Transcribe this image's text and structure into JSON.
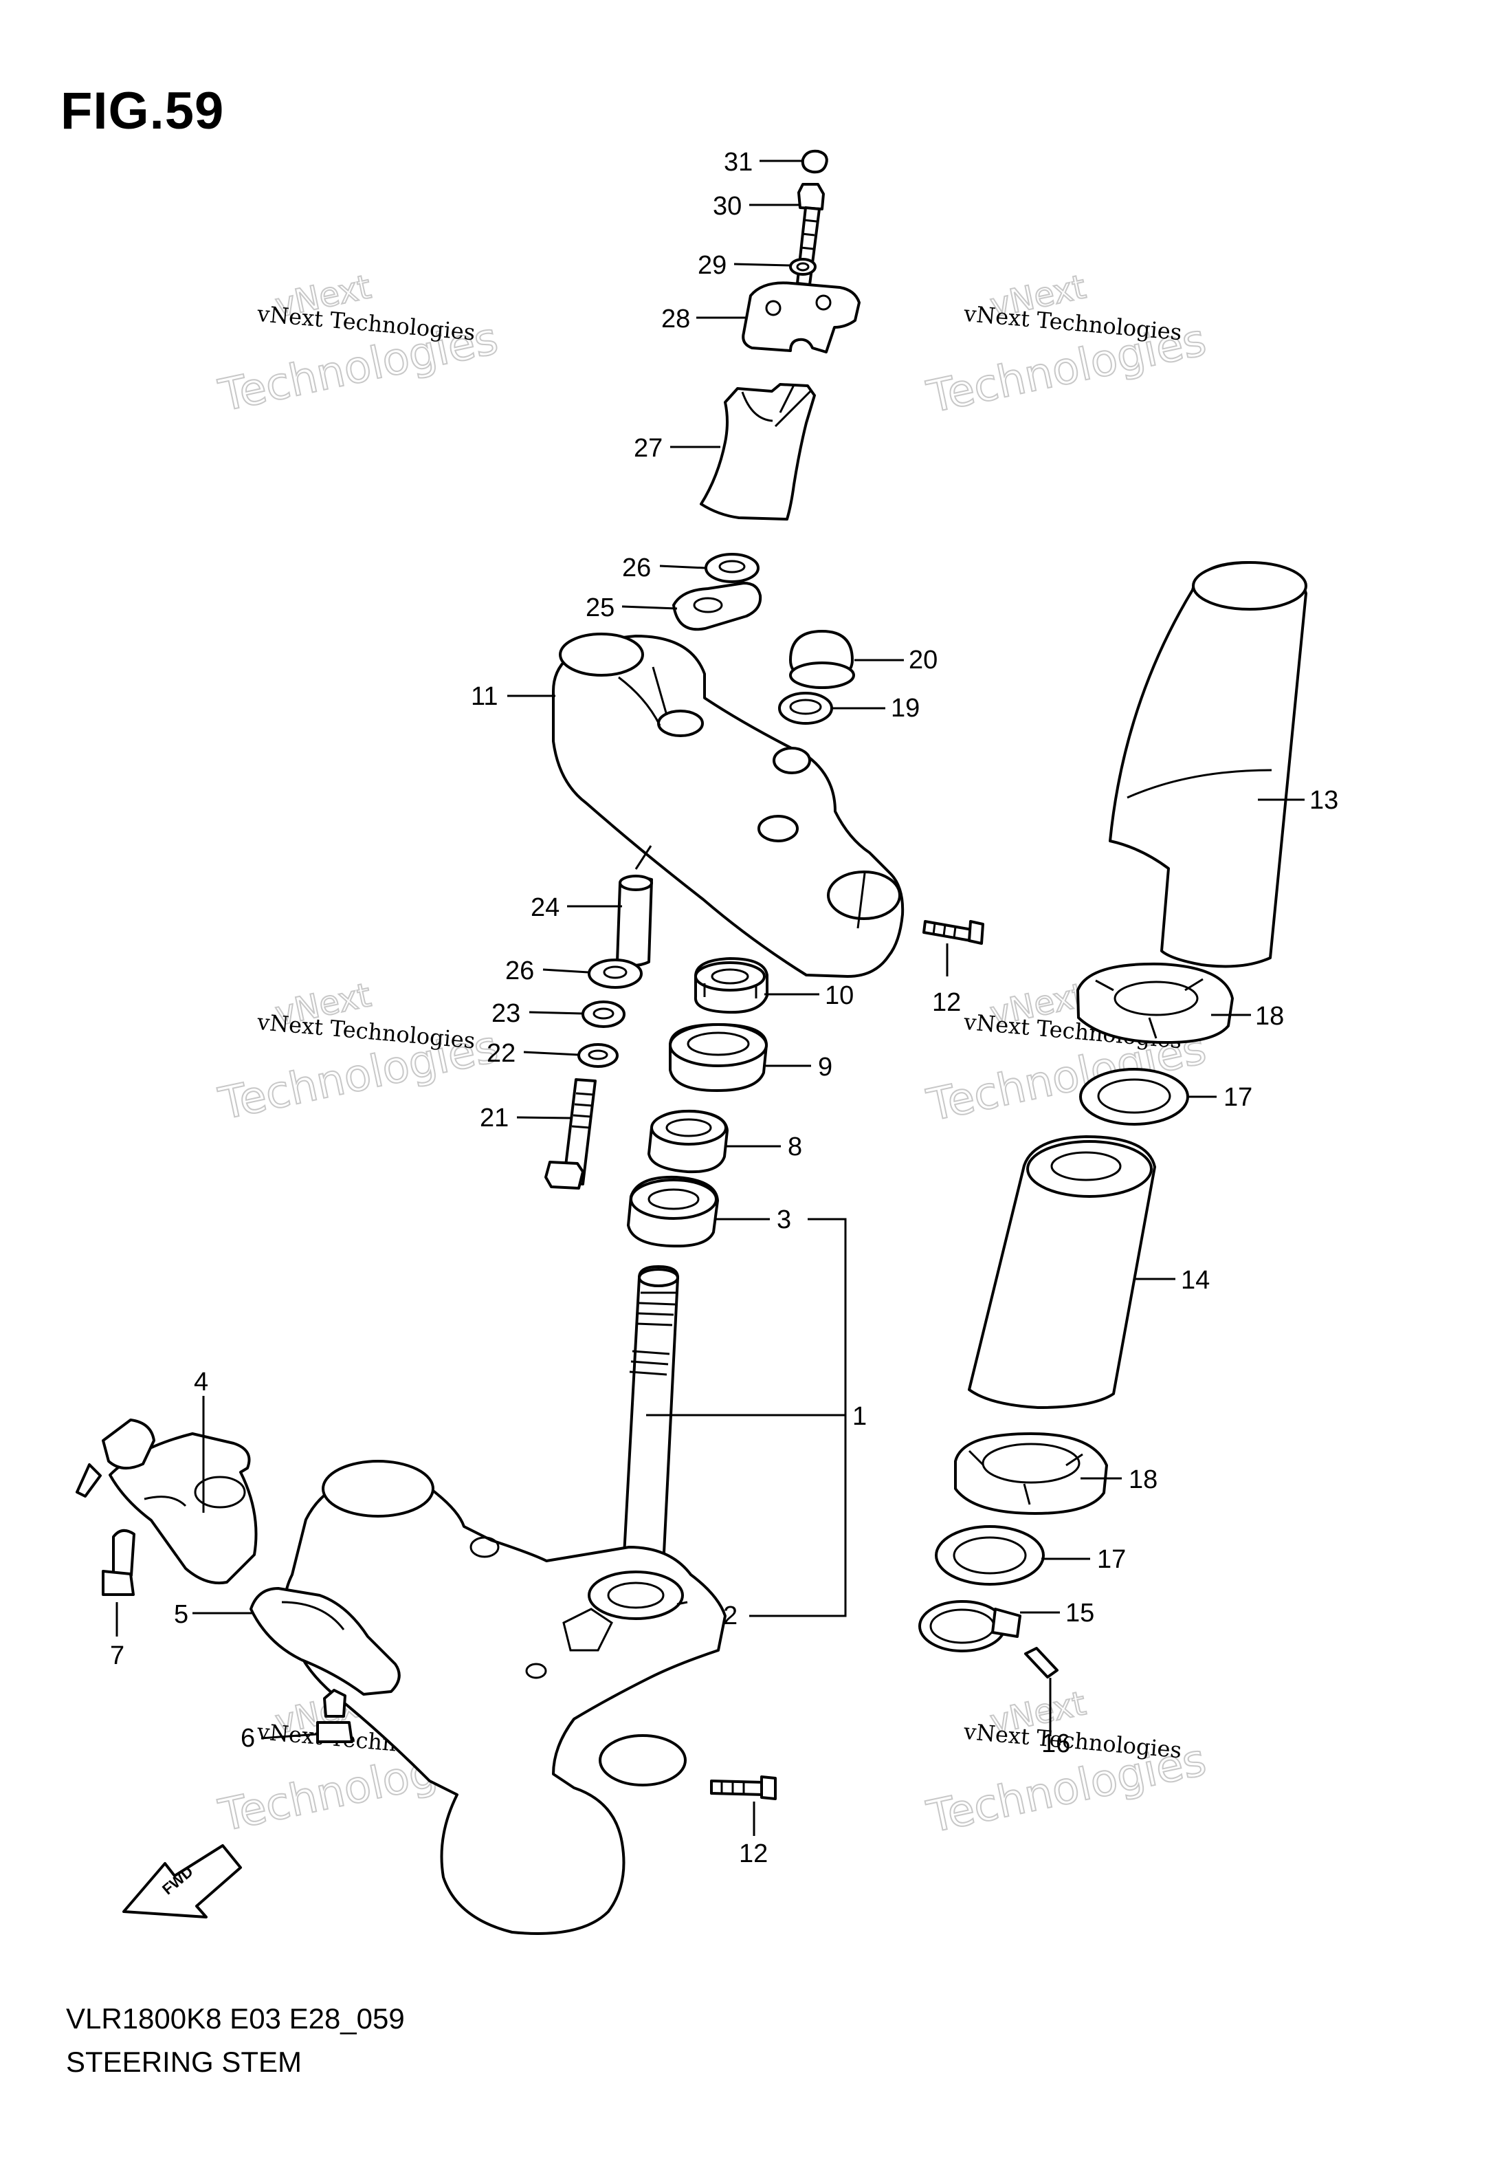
{
  "figure": {
    "title": "FIG.59",
    "model_code": "VLR1800K8 E03 E28_059",
    "name": "STEERING STEM"
  },
  "watermark": {
    "line": "vNext Technologies",
    "big": "Technologies",
    "small": "vNext"
  },
  "fwd_label": "FWD",
  "callouts": {
    "c31": "31",
    "c30": "30",
    "c29": "29",
    "c28": "28",
    "c27": "27",
    "c26a": "26",
    "c25": "25",
    "c20": "20",
    "c19": "19",
    "c11": "11",
    "c13": "13",
    "c24": "24",
    "c12a": "12",
    "c10": "10",
    "c26b": "26",
    "c23": "23",
    "c18a": "18",
    "c9": "9",
    "c22": "22",
    "c17a": "17",
    "c21": "21",
    "c8": "8",
    "c3": "3",
    "c14": "14",
    "c1": "1",
    "c4": "4",
    "c18b": "18",
    "c17b": "17",
    "c2": "2",
    "c5": "5",
    "c15": "15",
    "c7": "7",
    "c6": "6",
    "c16": "16",
    "c12b": "12"
  }
}
